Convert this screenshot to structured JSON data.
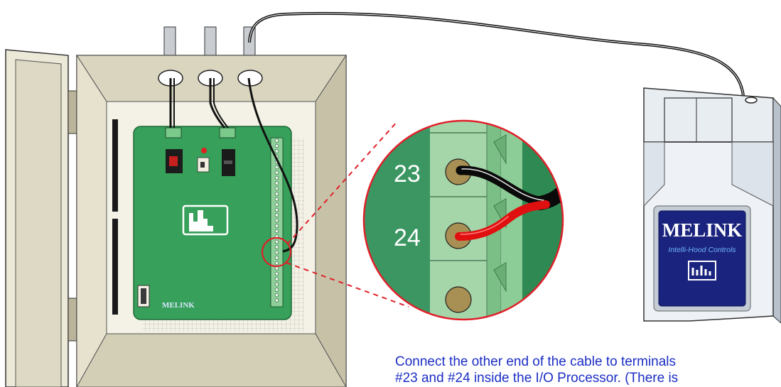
{
  "terminals": {
    "top": "23",
    "bottom": "24"
  },
  "sensor": {
    "brand": "MELINK",
    "tagline": "Intelli-Hood Controls"
  },
  "board": {
    "brand": "MELINK"
  },
  "caption": {
    "line1": "Connect the other end of the cable to terminals",
    "line2": "#23 and #24 inside the I/O Processor. (There is"
  },
  "colors": {
    "enclosure": "#ece9d8",
    "pcb": "#37a05a",
    "terminal_block": "#a3d3a8",
    "sensor_label": "#1a237e",
    "highlight_circle": "#e0202a",
    "wire_red": "#e01010",
    "caption_text": "#1c2ec4"
  }
}
